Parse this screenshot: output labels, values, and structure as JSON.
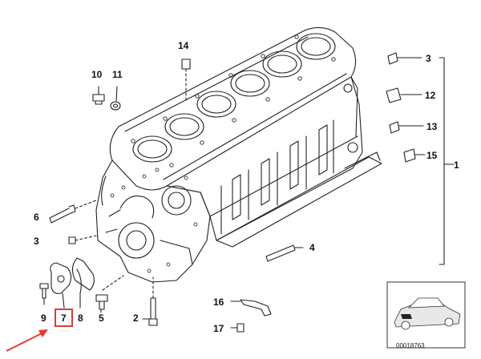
{
  "diagram": {
    "callouts": [
      {
        "id": "c1",
        "text": "1"
      },
      {
        "id": "c2",
        "text": "2"
      },
      {
        "id": "c3a",
        "text": "3"
      },
      {
        "id": "c3b",
        "text": "3"
      },
      {
        "id": "c4",
        "text": "4"
      },
      {
        "id": "c5",
        "text": "5"
      },
      {
        "id": "c6",
        "text": "6"
      },
      {
        "id": "c7",
        "text": "7"
      },
      {
        "id": "c8",
        "text": "8"
      },
      {
        "id": "c9",
        "text": "9"
      },
      {
        "id": "c10",
        "text": "10"
      },
      {
        "id": "c11",
        "text": "11"
      },
      {
        "id": "c12",
        "text": "12"
      },
      {
        "id": "c13",
        "text": "13"
      },
      {
        "id": "c14",
        "text": "14"
      },
      {
        "id": "c15",
        "text": "15"
      },
      {
        "id": "c16",
        "text": "16"
      },
      {
        "id": "c17",
        "text": "17"
      }
    ],
    "part_number": "00018763",
    "highlighted_callout": "7",
    "colors": {
      "line": "#222222",
      "highlight": "#e53935",
      "car_fill": "#e8e8e8"
    }
  }
}
